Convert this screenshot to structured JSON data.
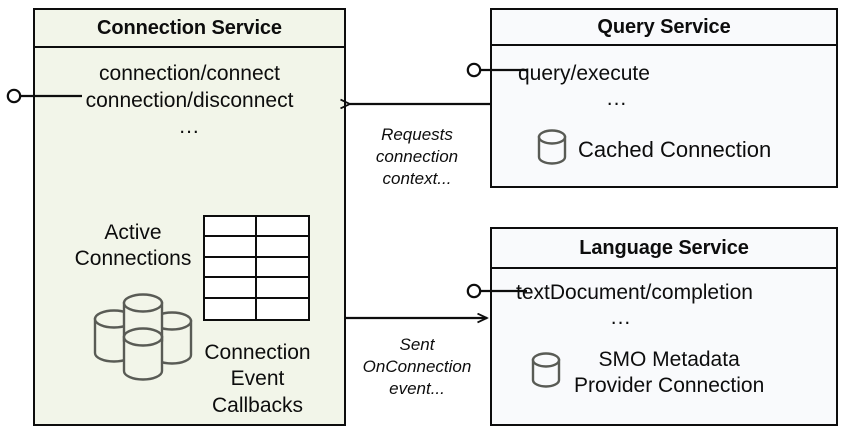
{
  "diagram": {
    "title_hidden": "",
    "components": {
      "connection_service": {
        "title": "Connection Service",
        "operations": [
          "connection/connect",
          "connection/disconnect"
        ],
        "ellipsis": "...",
        "active_connections_label": "Active\nConnections",
        "active_connections_line1": "Active",
        "active_connections_line2": "Connections",
        "db_cluster_icon": "database-cluster-icon",
        "table_icon": "table-grid-icon",
        "table_rows": 5,
        "table_cols": 2,
        "callbacks_label_line1": "Connection",
        "callbacks_label_line2": "Event",
        "callbacks_label_line3": "Callbacks",
        "fill_color": "#f2f5e9",
        "border_color": "#0d0d0d"
      },
      "query_service": {
        "title": "Query Service",
        "operations": [
          "query/execute"
        ],
        "ellipsis": "...",
        "db_icon": "database-cylinder-icon",
        "db_label": "Cached Connection",
        "fill_color": "#f9fafc",
        "border_color": "#0d0d0d"
      },
      "language_service": {
        "title": "Language Service",
        "operations": [
          "textDocument/completion"
        ],
        "ellipsis": "...",
        "db_icon": "database-cylinder-icon",
        "db_label_line1": "SMO Metadata",
        "db_label_line2": "Provider Connection",
        "fill_color": "#f9fafc",
        "border_color": "#0d0d0d"
      }
    },
    "edges": [
      {
        "id": "requests-connection-context",
        "from": "query_service",
        "to": "connection_service",
        "label_line1": "Requests",
        "label_line2": "connection",
        "label_line3": "context...",
        "label_full": "Requests connection context...",
        "direction": "right-to-left"
      },
      {
        "id": "sent-onconnection-event",
        "from": "connection_service",
        "to": "language_service",
        "label_line1": "Sent",
        "label_line2": "OnConnection",
        "label_line3": "event...",
        "label_full": "Sent OnConnection event...",
        "direction": "left-to-right"
      }
    ],
    "interfaces": [
      {
        "id": "connection-service-provided-interface",
        "icon": "lollipop-interface-icon",
        "attached_to": "connection_service"
      },
      {
        "id": "query-service-provided-interface",
        "icon": "lollipop-interface-icon",
        "attached_to": "query_service"
      },
      {
        "id": "language-service-provided-interface",
        "icon": "lollipop-interface-icon",
        "attached_to": "language_service"
      }
    ]
  }
}
